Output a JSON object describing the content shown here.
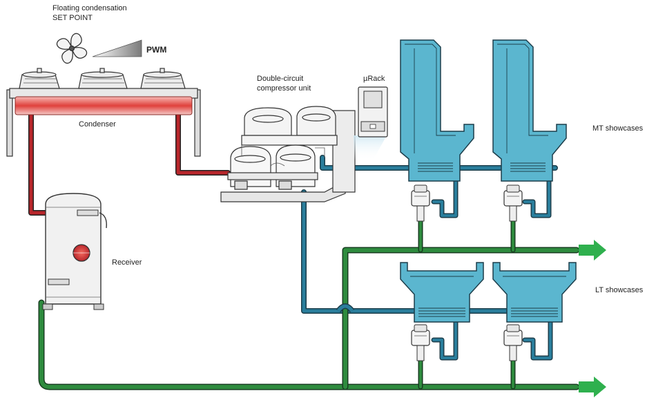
{
  "labels": {
    "setpoint_line1": "Floating condensation",
    "setpoint_line2": "SET POINT",
    "pwm": "PWM",
    "condenser": "Condenser",
    "compressor_line1": "Double-circuit",
    "compressor_line2": "compressor unit",
    "controller": "µRack",
    "receiver": "Receiver",
    "mt_showcases": "MT showcases",
    "lt_showcases": "LT showcases"
  },
  "colors": {
    "hot_pipe": "#b8262b",
    "suction_pipe": "#2a7e9c",
    "liquid_pipe": "#2e8b3e",
    "showcase_fill": "#5bb6cf",
    "condenser_red": "#e0413c",
    "arrow": "#2fb04e"
  },
  "icons": {
    "fan": "fan-icon",
    "pwm_ramp": "pwm-ramp-icon",
    "controller": "controller-icon",
    "valve": "expansion-valve-icon",
    "flow_arrow": "flow-arrow-icon"
  }
}
